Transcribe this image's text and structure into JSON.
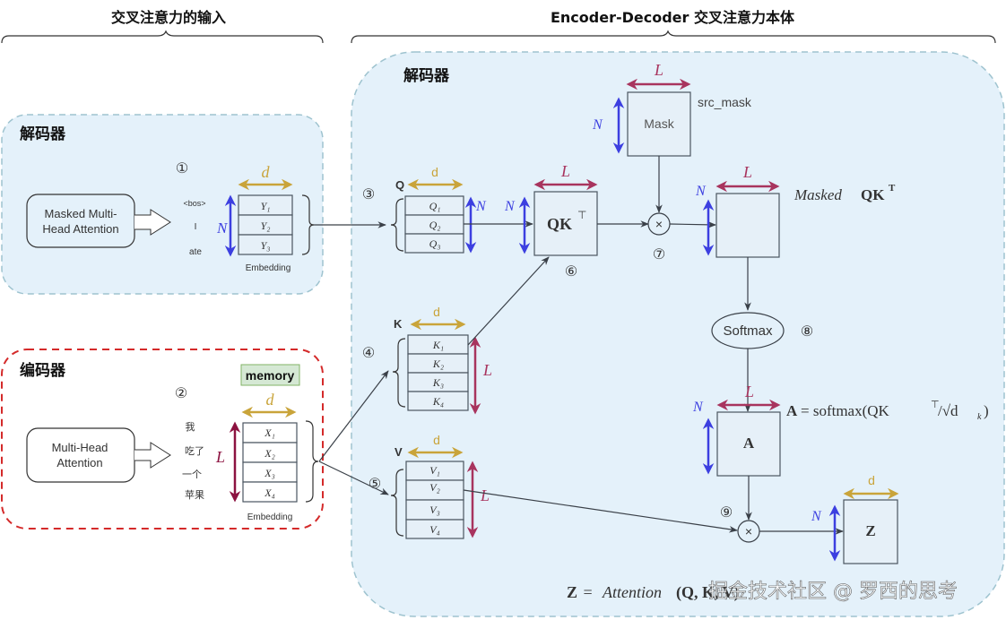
{
  "headers": {
    "left": "交叉注意力的输入",
    "right": "Encoder-Decoder 交叉注意力本体"
  },
  "decoder_input": {
    "title": "解码器",
    "block_label_line1": "Masked Multi-",
    "block_label_line2": "Head Attention",
    "step": "①",
    "tokens": [
      "<bos>",
      "I",
      "ate"
    ],
    "rows": [
      "Y₁",
      "Y₂",
      "Y₃"
    ],
    "dim_width": "d",
    "dim_height": "N",
    "caption": "Embedding"
  },
  "encoder_input": {
    "title": "编码器",
    "block_label_line1": "Multi-Head",
    "block_label_line2": "Attention",
    "step": "②",
    "memory_tag": "memory",
    "tokens": [
      "我",
      "吃了",
      "一个",
      "苹果"
    ],
    "rows": [
      "X₁",
      "X₂",
      "X₃",
      "X₄"
    ],
    "dim_width": "d",
    "dim_height": "L",
    "caption": "Embedding"
  },
  "main": {
    "title": "解码器",
    "q": {
      "label": "Q",
      "step": "③",
      "rows": [
        "Q₁",
        "Q₂",
        "Q₃"
      ],
      "dim_width": "d",
      "dim_height": "N"
    },
    "k": {
      "label": "K",
      "step": "④",
      "rows": [
        "K₁",
        "K₂",
        "K₃",
        "K₄"
      ],
      "dim_width": "d",
      "dim_height": "L"
    },
    "v": {
      "label": "V",
      "step": "⑤",
      "rows": [
        "V₁",
        "V₂",
        "V₃",
        "V₄"
      ],
      "dim_width": "d",
      "dim_height": "L"
    },
    "qk": {
      "label": "QK",
      "sup": "⊤",
      "step": "⑥",
      "dim_width": "L",
      "dim_height": "N"
    },
    "mask": {
      "label": "Mask",
      "side_label": "src_mask",
      "dim_width": "L",
      "dim_height": "N"
    },
    "mul1": {
      "symbol": "×",
      "step": "⑦"
    },
    "masked": {
      "label_italic": "Masked",
      "label_bold": "QK",
      "sup": "T",
      "dim_width": "L",
      "dim_height": "N"
    },
    "softmax": {
      "label": "Softmax",
      "step": "⑧"
    },
    "a": {
      "label": "A",
      "formula_lhs": "A",
      "formula_rhs": "= softmax(QK",
      "formula_sup": "⊤",
      "formula_tail": "/√d",
      "formula_sub": "k",
      "formula_close": ")",
      "dim_width": "L",
      "dim_height": "N"
    },
    "mul2": {
      "symbol": "×",
      "step": "⑨"
    },
    "z": {
      "label": "Z",
      "dim_width": "d",
      "dim_height": "N"
    },
    "bottom_formula": {
      "lhs": "Z",
      "eq": " = ",
      "fn": "Attention",
      "args": "(Q, K, V)"
    }
  },
  "watermark": "掘金技术社区 @ 罗西的思考",
  "colors": {
    "panel_fill": "#e4f1fa",
    "panel_border": "#9ec3cf",
    "encoder_border": "#d42a2a",
    "memory_fill": "#d5e8d4",
    "gold": "#c9a43a",
    "blue": "#3c3fe0",
    "plum": "#a8345e",
    "maroon": "#8c1240"
  }
}
